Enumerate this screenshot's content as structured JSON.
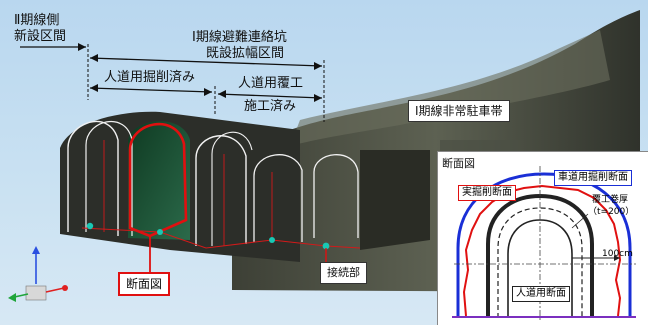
{
  "diagram": {
    "labels": {
      "phase2_side_section": [
        "Ⅱ期線側",
        "新設区間"
      ],
      "phase1_evac_tunnel_section": [
        "Ⅰ期線避難連絡坑",
        "既設拡幅区間"
      ],
      "walkway_excavated": "人道用掘削済み",
      "walkway_lining_done": [
        "人道用覆工",
        "施工済み"
      ],
      "emergency_parking_bay": "Ⅰ期線非常駐車帯",
      "cross_section_callout": "断面図",
      "junction": "接続部"
    },
    "inset": {
      "title": "断面図",
      "actual_excavation": "実掘削断面",
      "vehicle_excavation": "車道用掘削断面",
      "lining_thickness": [
        "覆工巻厚",
        "（t=200）"
      ],
      "dimension": "100cm",
      "walkway_section": "人道用断面"
    },
    "colors": {
      "actual_excavation": "#e01010",
      "vehicle_excavation": "#1a2fd6",
      "lining": "#222222",
      "highlight": "#e01010",
      "nodes": "#19c8b4"
    }
  }
}
